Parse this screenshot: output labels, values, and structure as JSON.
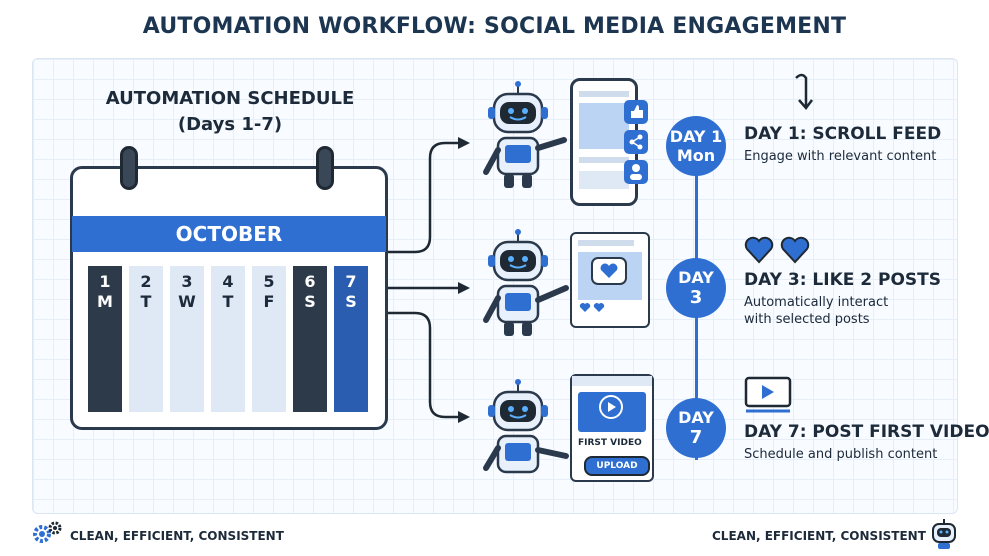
{
  "title": "AUTOMATION WORKFLOW: SOCIAL MEDIA ENGAGEMENT",
  "schedule": {
    "heading": "AUTOMATION SCHEDULE",
    "subheading": "(Days 1-7)"
  },
  "calendar": {
    "month": "OCTOBER",
    "days": [
      {
        "num": "1",
        "letter": "M",
        "style": "dark"
      },
      {
        "num": "2",
        "letter": "T",
        "style": "light"
      },
      {
        "num": "3",
        "letter": "W",
        "style": "light"
      },
      {
        "num": "4",
        "letter": "T",
        "style": "light"
      },
      {
        "num": "5",
        "letter": "F",
        "style": "light"
      },
      {
        "num": "6",
        "letter": "S",
        "style": "dark"
      },
      {
        "num": "7",
        "letter": "S",
        "style": "blue"
      }
    ]
  },
  "steps": [
    {
      "badge_line1": "DAY 1",
      "badge_line2": "Mon",
      "title": "DAY 1: SCROLL FEED",
      "desc_line1": "Engage with relevant content",
      "desc_line2": "",
      "icon": "arrow-down-icon"
    },
    {
      "badge_line1": "DAY",
      "badge_line2": "3",
      "title": "DAY 3: LIKE 2 POSTS",
      "desc_line1": "Automatically interact",
      "desc_line2": "with selected posts",
      "icon": "hearts-icon"
    },
    {
      "badge_line1": "DAY",
      "badge_line2": "7",
      "title": "DAY 7: POST FIRST VIDEO",
      "desc_line1": "Schedule and publish content",
      "desc_line2": "",
      "icon": "video-icon"
    }
  ],
  "video_card": {
    "caption": "FIRST VIDEO",
    "upload_label": "UPLOAD"
  },
  "footer": {
    "left": "CLEAN, EFFICIENT, CONSISTENT",
    "right": "CLEAN, EFFICIENT, CONSISTENT"
  },
  "colors": {
    "accent": "#2e6fd1",
    "dark": "#2a3a4c",
    "light_col": "#dfe8f5"
  }
}
